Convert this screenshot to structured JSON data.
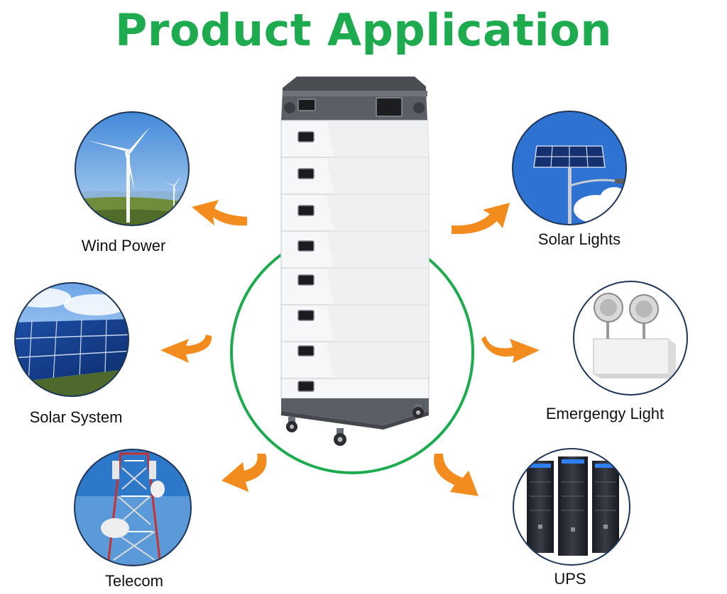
{
  "title": "Product Application",
  "colors": {
    "title": "#1eaa4e",
    "ring": "#1eaa4e",
    "arrow": "#f28c1e",
    "circle_border": "#1e3556"
  },
  "applications": [
    {
      "label": "Wind Power",
      "icon": "wind-turbine-icon"
    },
    {
      "label": "Solar System",
      "icon": "solar-panel-icon"
    },
    {
      "label": "Telecom",
      "icon": "telecom-tower-icon"
    },
    {
      "label": "Solar Lights",
      "icon": "solar-street-light-icon"
    },
    {
      "label": "Emergengy Light",
      "icon": "emergency-light-icon"
    },
    {
      "label": "UPS",
      "icon": "server-rack-icon"
    }
  ],
  "product": {
    "icon": "stacked-battery-icon"
  }
}
